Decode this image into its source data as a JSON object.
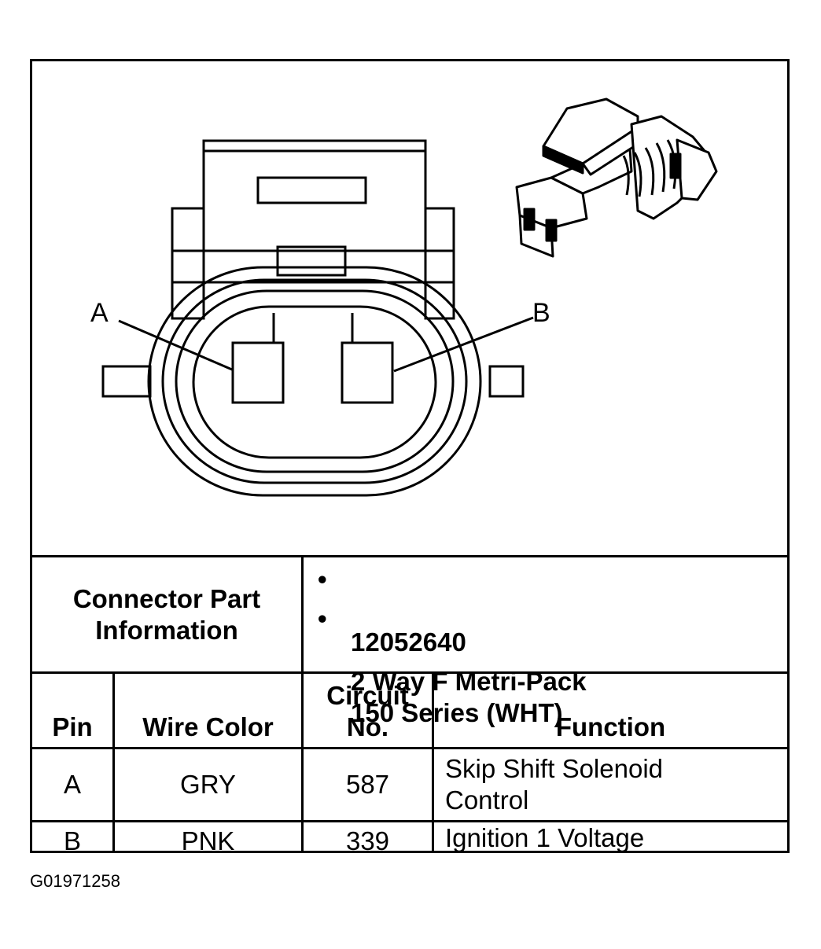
{
  "diagram": {
    "pin_labels": [
      "A",
      "B"
    ]
  },
  "connector_info": {
    "label": "Connector Part\nInformation",
    "items": [
      "12052640",
      "2 Way F Metri-Pack\n150 Series (WHT)"
    ]
  },
  "pin_table": {
    "headers": [
      "Pin",
      "Wire Color",
      "Circuit\nNo.",
      "Function"
    ],
    "rows": [
      {
        "pin": "A",
        "wire_color": "GRY",
        "circuit": "587",
        "function": "Skip Shift Solenoid\nControl"
      },
      {
        "pin": "B",
        "wire_color": "PNK",
        "circuit": "339",
        "function": "Ignition 1 Voltage"
      }
    ]
  },
  "figure_id": "G01971258"
}
